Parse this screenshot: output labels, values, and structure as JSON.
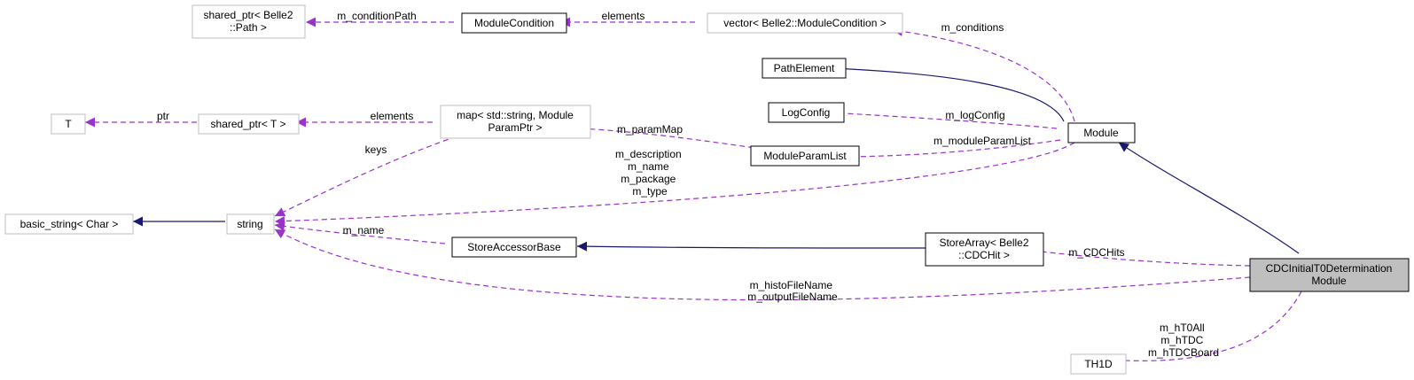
{
  "nodes": {
    "shared_path": [
      "shared_ptr< Belle2",
      "::Path >"
    ],
    "module_condition": [
      "ModuleCondition"
    ],
    "vector_conditions": [
      "vector< Belle2::ModuleCondition >"
    ],
    "path_element": [
      "PathElement"
    ],
    "t": [
      "T"
    ],
    "shared_t": [
      "shared_ptr< T >"
    ],
    "map_params": [
      "map< std::string, Module",
      "ParamPtr >"
    ],
    "log_config": [
      "LogConfig"
    ],
    "module": [
      "Module"
    ],
    "module_param_list": [
      "ModuleParamList"
    ],
    "basic_string": [
      "basic_string< Char >"
    ],
    "string": [
      "string"
    ],
    "store_accessor_base": [
      "StoreAccessorBase"
    ],
    "store_array": [
      "StoreArray< Belle2",
      "::CDCHit >"
    ],
    "cdc_module": [
      "CDCInitialT0Determination",
      "Module"
    ],
    "th1d": [
      "TH1D"
    ]
  },
  "edges": {
    "m_condition_path": [
      "m_conditionPath"
    ],
    "elements_cond": [
      "elements"
    ],
    "m_conditions": [
      "m_conditions"
    ],
    "ptr": [
      "ptr"
    ],
    "elements_map": [
      "elements"
    ],
    "keys": [
      "keys"
    ],
    "m_param_map": [
      "m_paramMap"
    ],
    "m_log_config": [
      "m_logConfig"
    ],
    "m_module_param_list": [
      "m_moduleParamList"
    ],
    "module_strings": [
      "m_description",
      "m_name",
      "m_package",
      "m_type"
    ],
    "m_name": [
      "m_name"
    ],
    "m_cdc_hits": [
      "m_CDCHits"
    ],
    "file_names": [
      "m_histoFileName",
      "m_outputFileName"
    ],
    "hists": [
      "m_hT0All",
      "m_hTDC",
      "m_hTDCBoard"
    ]
  },
  "colors": {
    "inheritance": "#191970",
    "usage": "#9a32cd",
    "focus_fill": "#bfbfbf",
    "external_border": "#bfbfbf"
  }
}
